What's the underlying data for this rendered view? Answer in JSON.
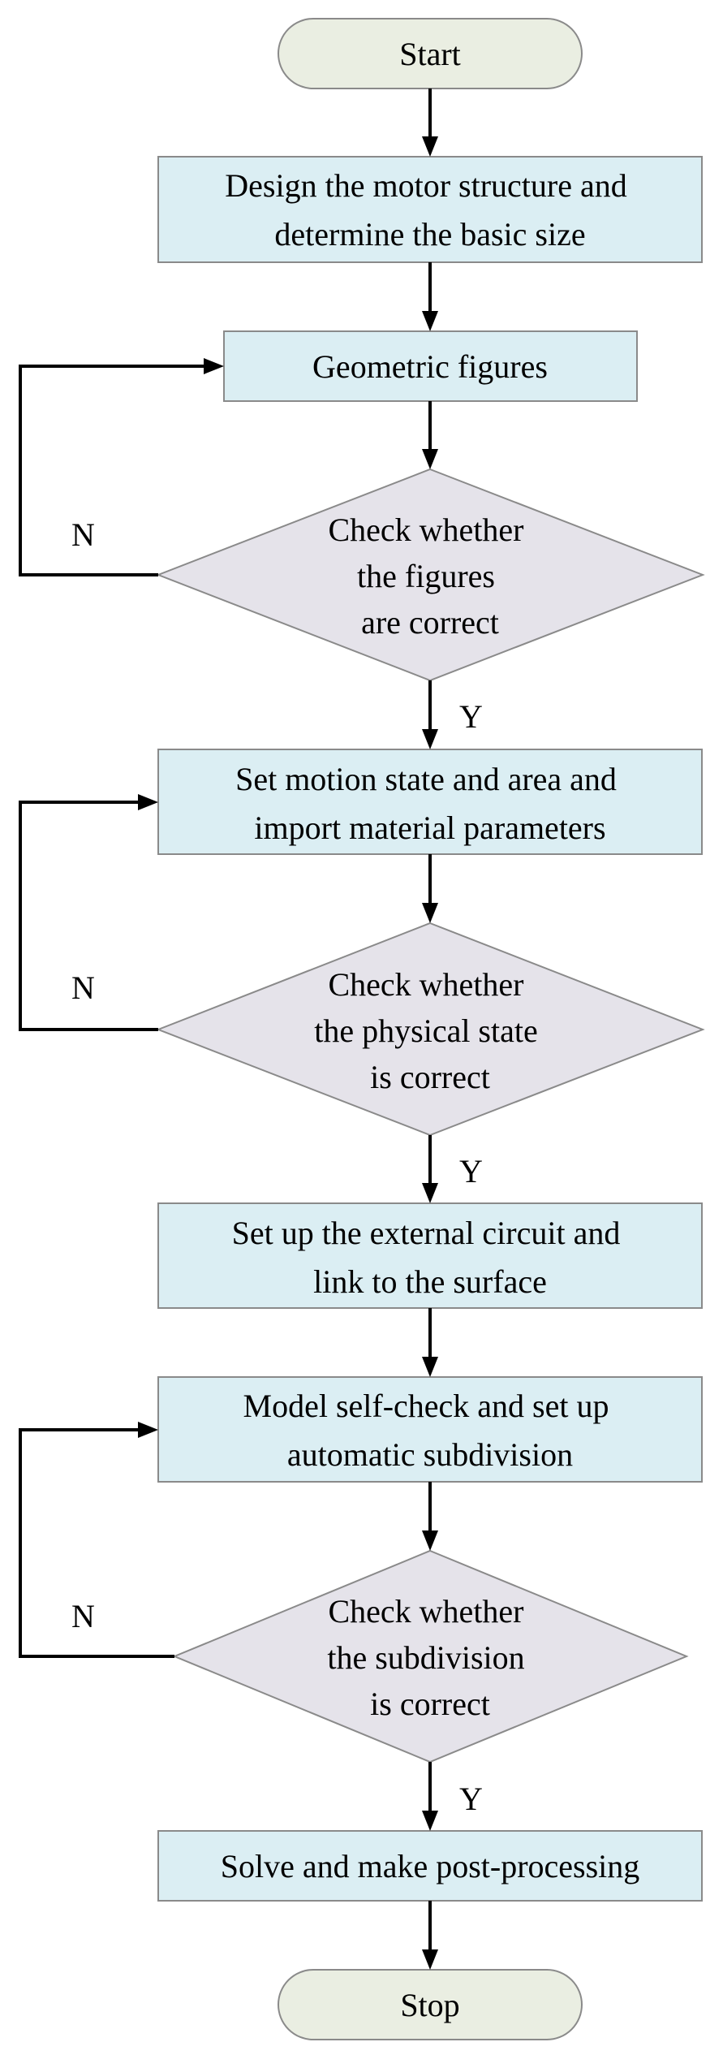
{
  "colors": {
    "terminal_fill": "#eaeee2",
    "process_fill": "#dbeef3",
    "decision_fill": "#e5e3ea",
    "outline": "#8a8a8a",
    "line": "#000000"
  },
  "nodes": {
    "start": {
      "lines": [
        "Start"
      ]
    },
    "design": {
      "lines": [
        "Design the motor structure and",
        "determine the basic size"
      ]
    },
    "geometric": {
      "lines": [
        "Geometric figures"
      ]
    },
    "check_figures": {
      "lines": [
        "Check whether",
        "the figures",
        "are correct"
      ]
    },
    "motion": {
      "lines": [
        "Set motion state and area and",
        "import material parameters"
      ]
    },
    "check_physical": {
      "lines": [
        "Check whether",
        "the physical state",
        "is correct"
      ]
    },
    "circuit": {
      "lines": [
        "Set up the external circuit and",
        "link to the surface"
      ]
    },
    "selfcheck": {
      "lines": [
        "Model self-check and set up",
        "automatic subdivision"
      ]
    },
    "check_subdivision": {
      "lines": [
        "Check whether",
        "the subdivision",
        "is correct"
      ]
    },
    "solve": {
      "lines": [
        "Solve and make post-processing"
      ]
    },
    "stop": {
      "lines": [
        "Stop"
      ]
    }
  },
  "edge_labels": {
    "yes": "Y",
    "no": "N"
  }
}
